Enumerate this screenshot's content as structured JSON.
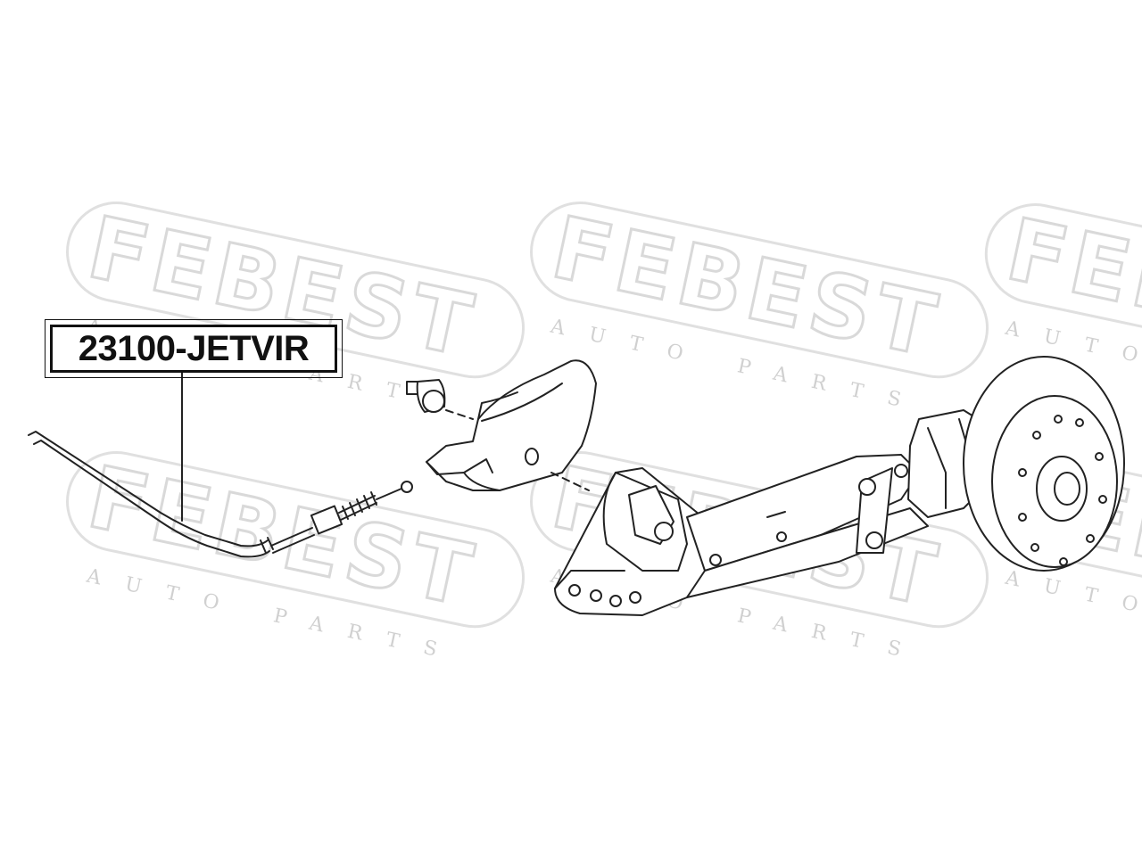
{
  "watermark": {
    "brand": "FEBEST",
    "sub": "AUTO PARTS"
  },
  "part_label": "23100-JETVIR",
  "colors": {
    "line": "#222222",
    "watermark": "#d9d9d9",
    "background": "#ffffff"
  }
}
